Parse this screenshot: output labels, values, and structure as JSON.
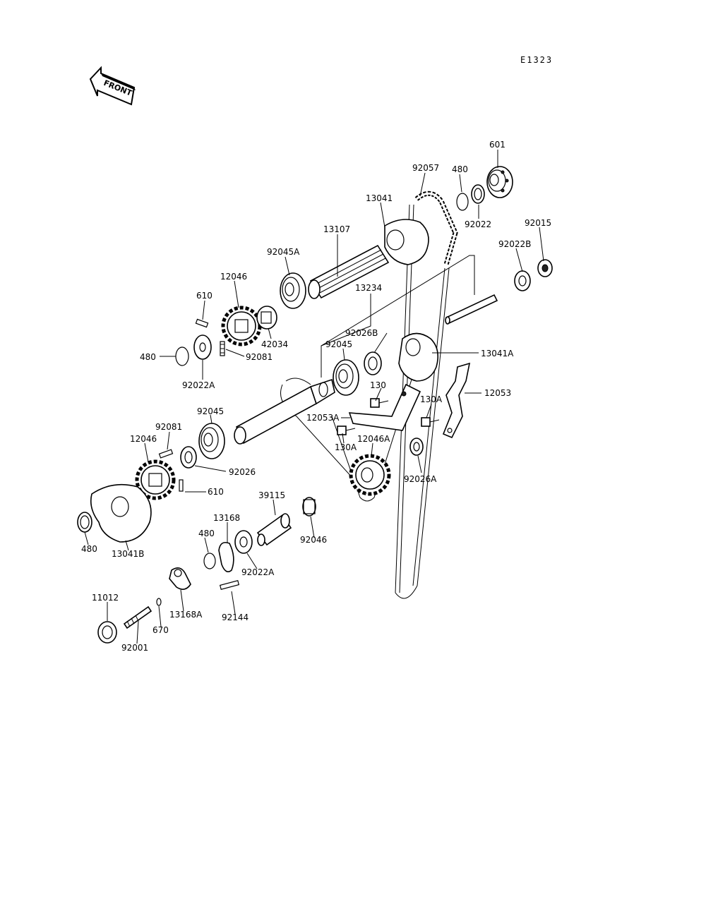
{
  "diagram_code": "E1323",
  "front_badge": "FRONT",
  "labels": {
    "p601": "601",
    "p92057": "92057",
    "p480_top": "480",
    "p13041": "13041",
    "p92022": "92022",
    "p92015": "92015",
    "p13107": "13107",
    "p92022B": "92022B",
    "p92045A": "92045A",
    "p12046_top": "12046",
    "p610_top": "610",
    "p13234": "13234",
    "p92026B": "92026B",
    "p13041A": "13041A",
    "p92045_mid": "92045",
    "p42034": "42034",
    "p480_left": "480",
    "p92081_top": "92081",
    "p92022A_top": "92022A",
    "p130": "130",
    "p12053": "12053",
    "p130A_right": "130A",
    "p12053A": "12053A",
    "p92045_low": "92045",
    "p92081_low": "92081",
    "p130A_left": "130A",
    "p12046A": "12046A",
    "p12046_low": "12046",
    "p92026": "92026",
    "p92026A": "92026A",
    "p610_low": "610",
    "p39115": "39115",
    "p13168": "13168",
    "p480_bottom": "480",
    "p92046": "92046",
    "p13041B": "13041B",
    "p92022A_low": "92022A",
    "p11012": "11012",
    "p13168A": "13168A",
    "p92144": "92144",
    "p670": "670",
    "p92001": "92001"
  }
}
